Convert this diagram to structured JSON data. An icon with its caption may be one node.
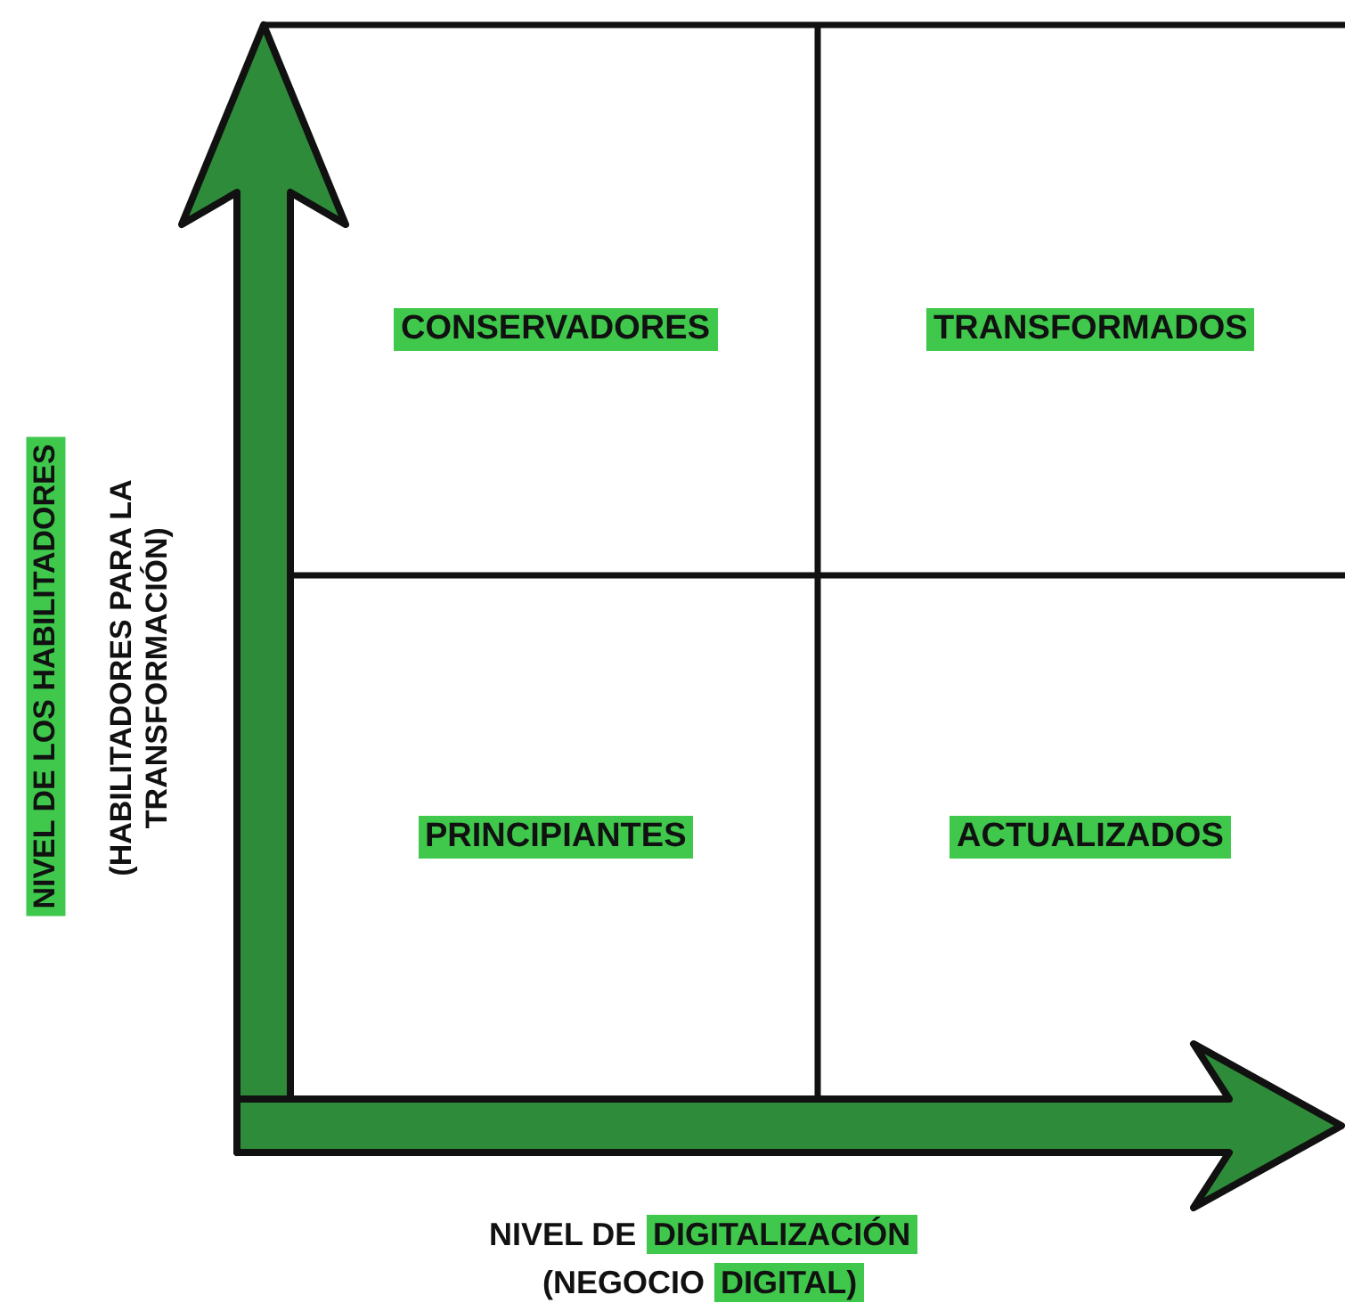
{
  "diagram": {
    "labels": [
      "CONSERVADORES",
      "TRANSFORMADOS",
      "PRINCIPIANTES",
      "ACTUALIZADOS",
      "NIVEL DE LOS HABILITADORES",
      "(HABILITADORES PARA LA TRANSFORMACIÓN)",
      "NIVEL DE",
      "DIGITALIZACIÓN",
      "(NEGOCIO",
      "DIGITAL)"
    ]
  }
}
